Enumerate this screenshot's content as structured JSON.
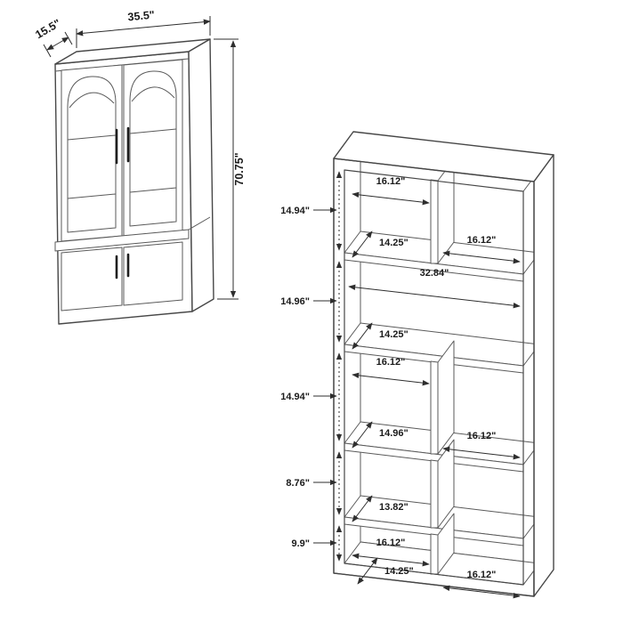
{
  "page": {
    "background": "#ffffff",
    "line_color": "#474747",
    "text_color": "#1a1a1a"
  },
  "cabinet_diagram": {
    "name": "tall-cabinet-with-arched-glass-doors",
    "dimensions": {
      "depth": "15.5\"",
      "width": "35.5\"",
      "height": "70.75\""
    }
  },
  "bookcase_diagram": {
    "name": "open-bookcase-interior-dimensions",
    "dimensions": {
      "top_opening_width": "16.12\"",
      "row1_height": "14.94\"",
      "row1_shelf_depth": "14.25\"",
      "row1_right_opening_width": "16.12\"",
      "interior_width": "32.84\"",
      "row2_height": "14.96\"",
      "row2_shelf_depth": "14.25\"",
      "row3_left_opening_width": "16.12\"",
      "row3_height": "14.94\"",
      "row3_shelf_depth": "14.96\"",
      "row3_right_opening_width": "16.12\"",
      "row4_height": "8.76\"",
      "row4_shelf_depth": "13.82\"",
      "row5_left_opening_width": "16.12\"",
      "row5_height": "9.9\"",
      "bottom_shelf_depth": "14.25\"",
      "row5_right_opening_width": "16.12\""
    }
  }
}
